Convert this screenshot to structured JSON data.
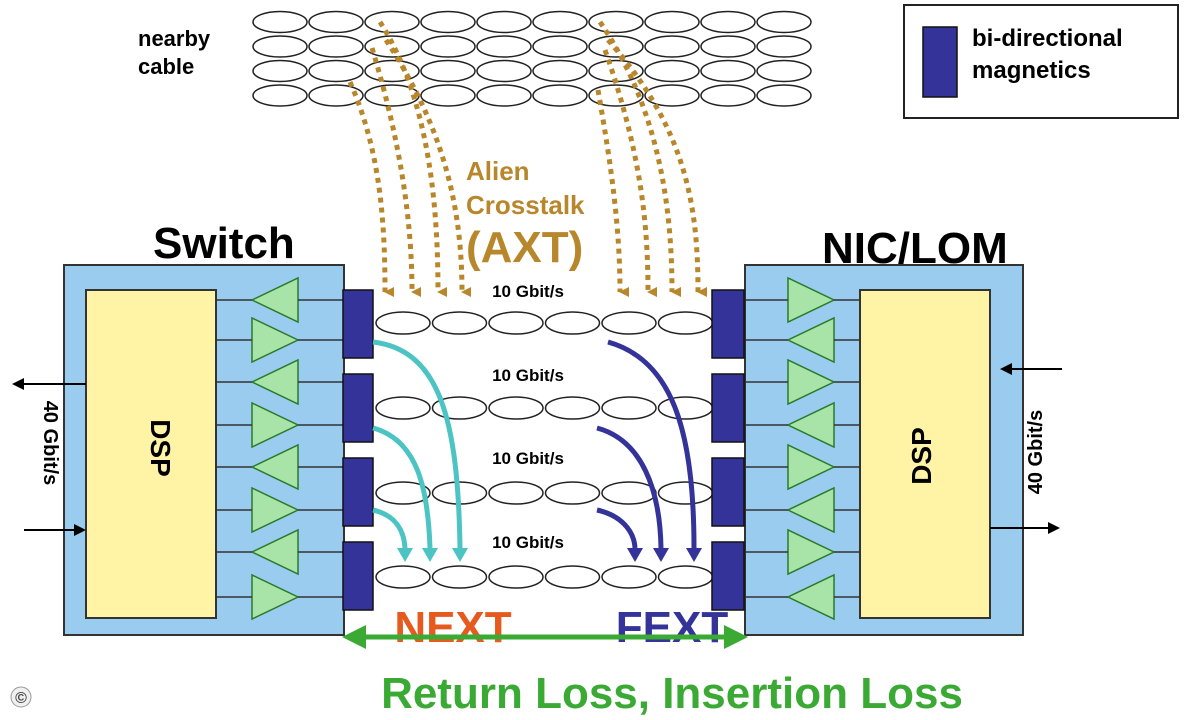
{
  "nearby_cable_label": [
    "nearby",
    "cable"
  ],
  "legend": {
    "label_lines": [
      "bi-directional",
      "magnetics"
    ],
    "swatch_color": "#333399"
  },
  "alien_crosstalk": {
    "lines": [
      "Alien",
      "Crosstalk"
    ],
    "abbr": "(AXT)",
    "color": "#b8862b"
  },
  "switch_title": "Switch",
  "nic_title": "NIC/LOM",
  "dsp_label": "DSP",
  "aggregate_rate": "40 Gbit/s",
  "lane_rates": [
    "10 Gbit/s",
    "10 Gbit/s",
    "10 Gbit/s",
    "10 Gbit/s"
  ],
  "next_label": "NEXT",
  "fext_label": "FEXT",
  "loss_label": "Return Loss, Insertion Loss",
  "copyright_symbol": "©",
  "colors": {
    "box_fill": "#99ccee",
    "dsp_fill": "#fff3a6",
    "amp_fill": "#a8e4a8",
    "magnetics": "#333399",
    "next_color": "#e65a1e",
    "next_arrow": "#4cc4c4",
    "fext_color": "#333399",
    "loss_color": "#3aaa35"
  }
}
